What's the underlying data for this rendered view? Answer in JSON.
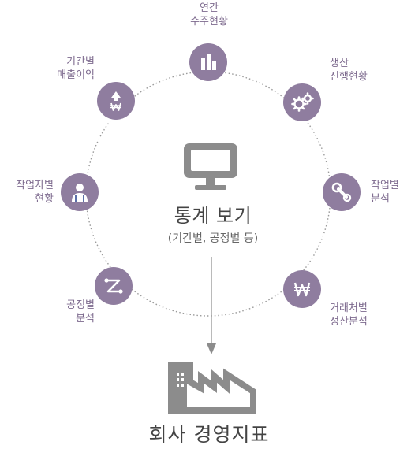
{
  "center": {
    "icon": "monitor-icon",
    "title": "통계 보기",
    "subtitle": "(기간별, 공정별 등)"
  },
  "nodes": [
    {
      "id": "annual-orders",
      "icon": "bar-chart-icon",
      "line1": "연간",
      "line2": "수주현황"
    },
    {
      "id": "production-progress",
      "icon": "gears-icon",
      "line1": "생산",
      "line2": "진행현황"
    },
    {
      "id": "work-analysis",
      "icon": "wrench-icon",
      "line1": "작업별",
      "line2": "분석"
    },
    {
      "id": "client-settlement",
      "icon": "won-icon",
      "line1": "거래처별",
      "line2": "정산분석"
    },
    {
      "id": "process-analysis",
      "icon": "route-icon",
      "line1": "공정별",
      "line2": "분석"
    },
    {
      "id": "worker-status",
      "icon": "person-icon",
      "line1": "작업자별",
      "line2": "현황"
    },
    {
      "id": "period-sales",
      "icon": "sales-up-icon",
      "line1": "기간별",
      "line2": "매출이익"
    }
  ],
  "bottom": {
    "icon": "factory-icon",
    "title": "회사 경영지표"
  },
  "colors": {
    "node": "#8f7d9f",
    "label": "#7d6a8e",
    "icon_gray": "#8c8c8c",
    "circle": "#9a9a9a"
  }
}
